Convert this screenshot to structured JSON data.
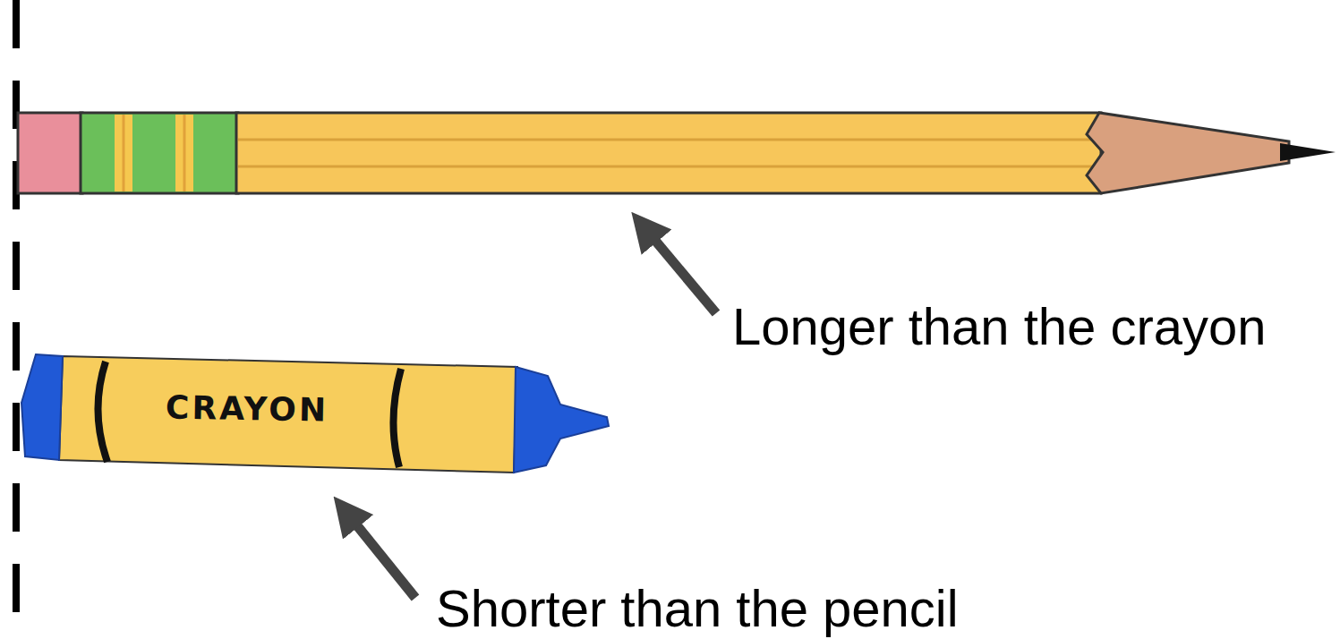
{
  "diagram": {
    "labels": [
      "Longer than the crayon",
      "CRAYON",
      "Shorter than the pencil"
    ]
  }
}
